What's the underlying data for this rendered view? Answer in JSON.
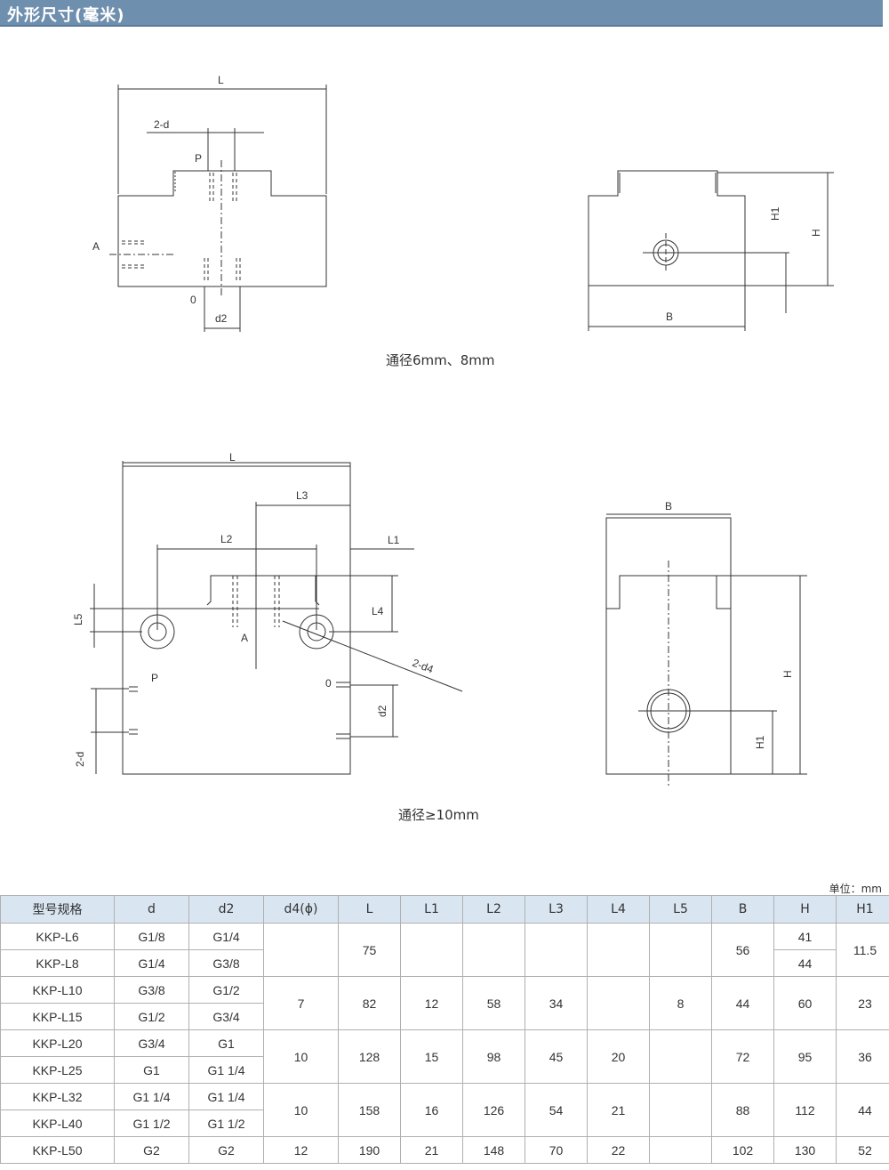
{
  "header": {
    "title": "外形尺寸(毫米)"
  },
  "drawing1": {
    "caption": "通径6mm、8mm",
    "labels": {
      "L": "L",
      "d": "2-d",
      "P": "P",
      "A": "A",
      "O": "0",
      "d2": "d2",
      "H1": "H1",
      "H": "H",
      "B": "B"
    }
  },
  "drawing2": {
    "caption": "通径≥10mm",
    "labels": {
      "L": "L",
      "L3": "L3",
      "L2": "L2",
      "L1": "L1",
      "L4": "L4",
      "L5": "L5",
      "A": "A",
      "d4": "2-d4",
      "P": "P",
      "O": "0",
      "d2": "d2",
      "d": "2-d",
      "B": "B",
      "H": "H",
      "H1": "H1"
    }
  },
  "table": {
    "unit": "单位：mm",
    "headers": [
      "型号规格",
      "d",
      "d2",
      "d4(ϕ)",
      "L",
      "L1",
      "L2",
      "L3",
      "L4",
      "L5",
      "B",
      "H",
      "H1"
    ],
    "rows": {
      "r0": {
        "model": "KKP-L6",
        "d": "G1/8",
        "d2": "G1/4"
      },
      "r1": {
        "model": "KKP-L8",
        "d": "G1/4",
        "d2": "G3/8"
      },
      "r2": {
        "model": "KKP-L10",
        "d": "G3/8",
        "d2": "G1/2"
      },
      "r3": {
        "model": "KKP-L15",
        "d": "G1/2",
        "d2": "G3/4"
      },
      "r4": {
        "model": "KKP-L20",
        "d": "G3/4",
        "d2": "G1"
      },
      "r5": {
        "model": "KKP-L25",
        "d": "G1",
        "d2": "G1 1/4"
      },
      "r6": {
        "model": "KKP-L32",
        "d": "G1 1/4",
        "d2": "G1 1/4"
      },
      "r7": {
        "model": "KKP-L40",
        "d": "G1 1/2",
        "d2": "G1 1/2"
      },
      "r8": {
        "model": "KKP-L50",
        "d": "G2",
        "d2": "G2"
      }
    },
    "groups": {
      "g1": {
        "d4": "",
        "L": "75",
        "L1": "",
        "L2": "",
        "L3": "",
        "L4": "",
        "L5": "",
        "B": "56",
        "H_a": "41",
        "H_b": "44",
        "H1": "11.5"
      },
      "g2": {
        "d4": "7",
        "L": "82",
        "L1": "12",
        "L2": "58",
        "L3": "34",
        "L4": "",
        "L5": "8",
        "B": "44",
        "H": "60",
        "H1": "23"
      },
      "g3": {
        "d4": "10",
        "L": "128",
        "L1": "15",
        "L2": "98",
        "L3": "45",
        "L4": "20",
        "L5": "",
        "B": "72",
        "H": "95",
        "H1": "36"
      },
      "g4": {
        "d4": "10",
        "L": "158",
        "L1": "16",
        "L2": "126",
        "L3": "54",
        "L4": "21",
        "L5": "",
        "B": "88",
        "H": "112",
        "H1": "44"
      },
      "g5": {
        "d4": "12",
        "L": "190",
        "L1": "21",
        "L2": "148",
        "L3": "70",
        "L4": "22",
        "L5": "",
        "B": "102",
        "H": "130",
        "H1": "52"
      }
    }
  }
}
